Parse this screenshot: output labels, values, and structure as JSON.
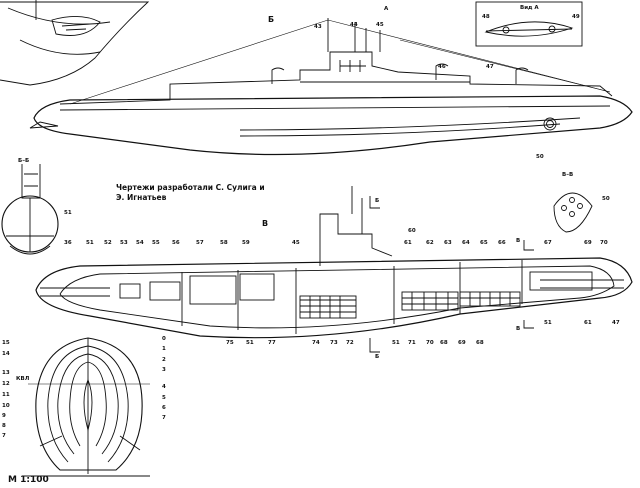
{
  "credits": {
    "line1": "Чертежи разработали С. Сулига и",
    "line2": "Э. Игнатьев"
  },
  "scale": "М 1:100",
  "views": {
    "b": "Б",
    "v": "В",
    "vid_a": "Вид А",
    "a_mark": "А",
    "section_bb": "Б–Б",
    "section_vv": "В–В",
    "b_mark": "Б",
    "v_mark": "В",
    "kvl": "КВЛ"
  },
  "callouts_top": [
    "43",
    "44",
    "45",
    "46",
    "47",
    "48",
    "49",
    "50"
  ],
  "callouts_section": [
    "51",
    "36",
    "51",
    "52",
    "53",
    "54",
    "55",
    "56",
    "57",
    "58",
    "59",
    "45",
    "60",
    "61",
    "62",
    "63",
    "64",
    "65",
    "66",
    "67",
    "69",
    "70",
    "75",
    "51",
    "77",
    "74",
    "73",
    "72",
    "51",
    "71",
    "70",
    "68",
    "69",
    "68",
    "51",
    "61",
    "47",
    "50"
  ],
  "frames_left": [
    "15",
    "14",
    "13",
    "12",
    "11",
    "10",
    "9",
    "8",
    "7"
  ],
  "frames_right": [
    "0",
    "1",
    "2",
    "3",
    "4",
    "5",
    "6",
    "7"
  ]
}
